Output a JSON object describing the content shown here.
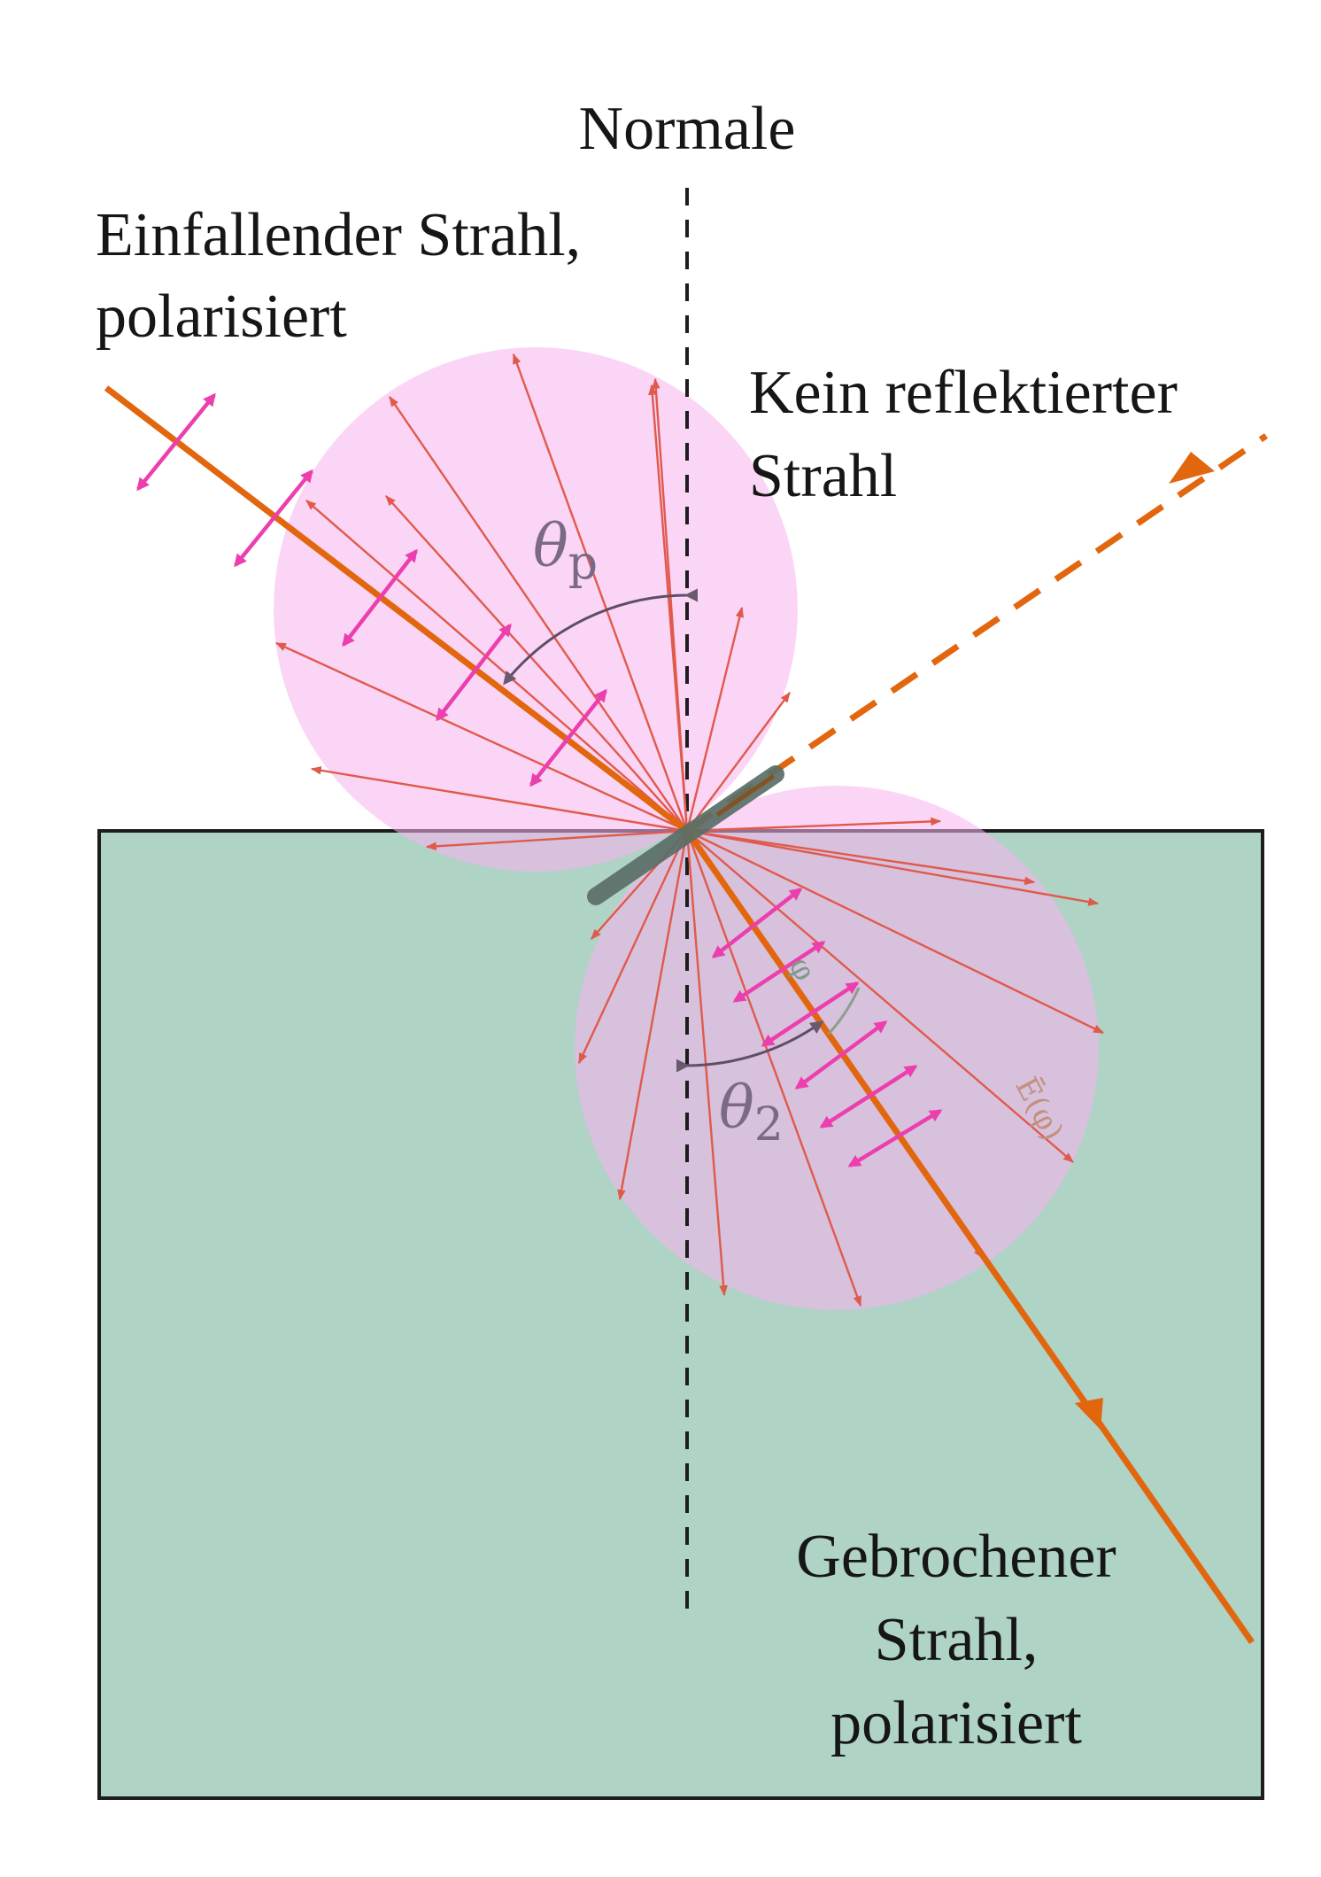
{
  "labels": {
    "normal": "Normale",
    "incident_line1": "Einfallender Strahl,",
    "incident_line2": "polarisiert",
    "reflected_line1": "Kein reflektierter",
    "reflected_line2": "Strahl",
    "refracted_line1": "Gebrochener",
    "refracted_line2": "Strahl,",
    "refracted_line3": "polarisiert"
  },
  "angles": {
    "brewster_symbol": "θ",
    "brewster_sub": "p",
    "refraction_symbol": "θ",
    "refraction_sub": "2",
    "phi": "φ",
    "field": "Ē(φ)"
  },
  "colors": {
    "ray": "#e2660e",
    "medium": "#afd3c5",
    "lobe": "#f8b6f0",
    "polarization": "#ec3fae",
    "emission": "#e86a5a",
    "dipole": "#5a6e66"
  },
  "icons": [
    "dipole-antenna-icon",
    "polarization-arrow-icon"
  ]
}
